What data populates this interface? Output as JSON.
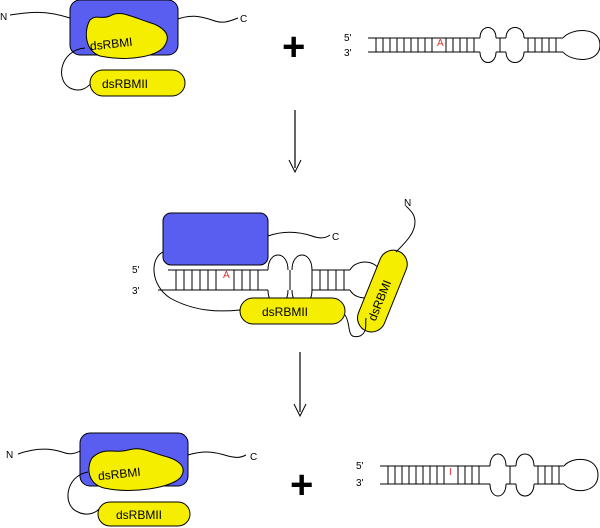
{
  "labels": {
    "n_terminus": "N",
    "c_terminus": "C",
    "five_prime": "5'",
    "three_prime": "3'",
    "domain_one": "dsRBMI",
    "domain_two": "dsRBMII",
    "adenosine": "A",
    "inosine": "I",
    "plus": "+"
  },
  "colors": {
    "catalytic_domain": "#5a5ef0",
    "dsrbm": "#f5ee00",
    "edit_mark": "#e03030"
  }
}
